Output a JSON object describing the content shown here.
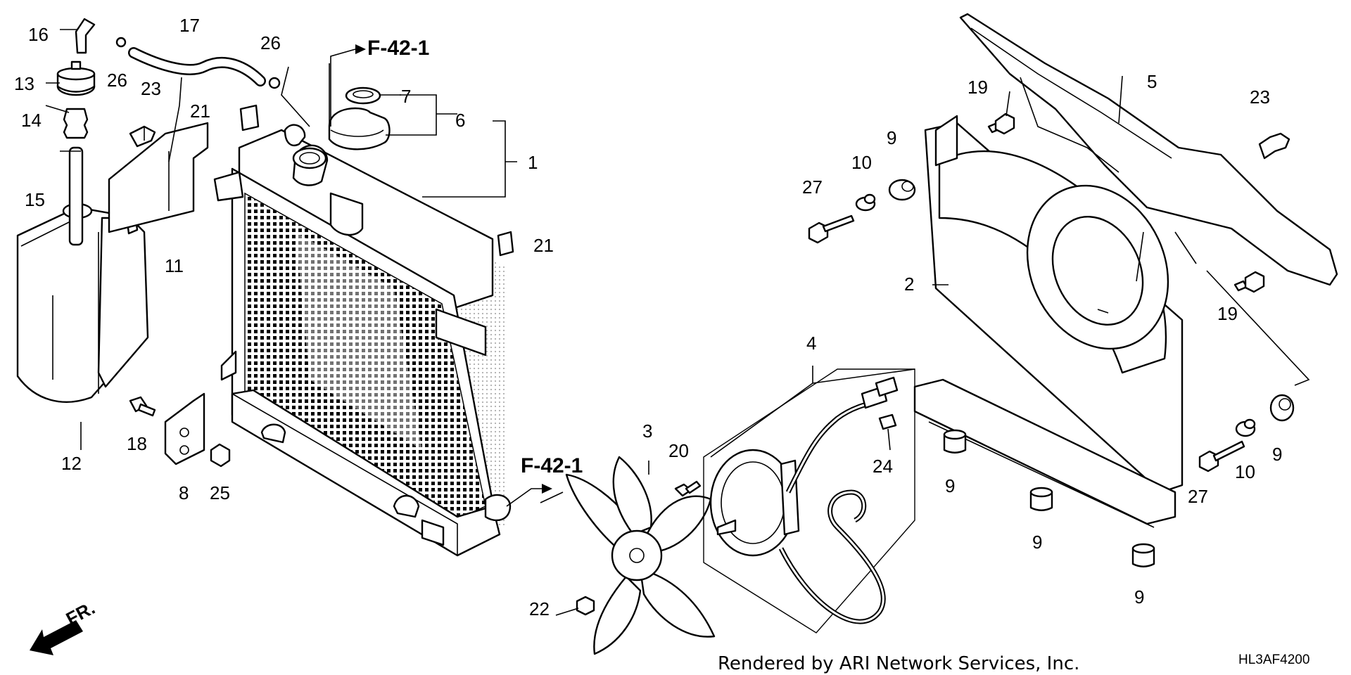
{
  "callouts": {
    "c1": "1",
    "c2": "2",
    "c3": "3",
    "c4": "4",
    "c5": "5",
    "c6": "6",
    "c7": "7",
    "c8": "8",
    "c9": "9",
    "c10": "10",
    "c11": "11",
    "c12": "12",
    "c13": "13",
    "c14": "14",
    "c15": "15",
    "c16": "16",
    "c17": "17",
    "c18": "18",
    "c19": "19",
    "c20": "20",
    "c21": "21",
    "c22": "22",
    "c23": "23",
    "c24": "24",
    "c25": "25",
    "c26": "26",
    "c27": "27"
  },
  "references": {
    "upper": "F-42-1",
    "lower": "F-42-1"
  },
  "orientation": {
    "label": "FR."
  },
  "footer": {
    "credit": "Rendered by ARI Network Services, Inc.",
    "diagram_code": "HL3AF4200"
  }
}
